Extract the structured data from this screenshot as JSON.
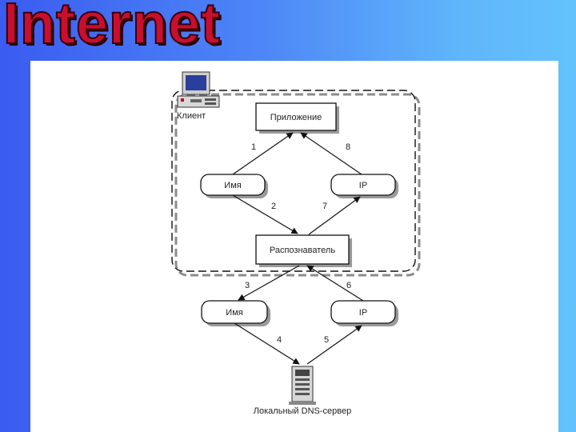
{
  "slide": {
    "title": "Internet"
  },
  "diagram": {
    "client_label": "Клиент",
    "application_label": "Приложение",
    "name_top_label": "Имя",
    "ip_top_label": "IP",
    "resolver_label": "Распознаватель",
    "name_bottom_label": "Имя",
    "ip_bottom_label": "IP",
    "dns_server_label": "Локальный DNS-сервер",
    "edge_labels": [
      "1",
      "2",
      "3",
      "4",
      "5",
      "6",
      "7",
      "8"
    ]
  },
  "colors": {
    "title_red": "#c8102e",
    "background_blue": "#4d86f7"
  }
}
